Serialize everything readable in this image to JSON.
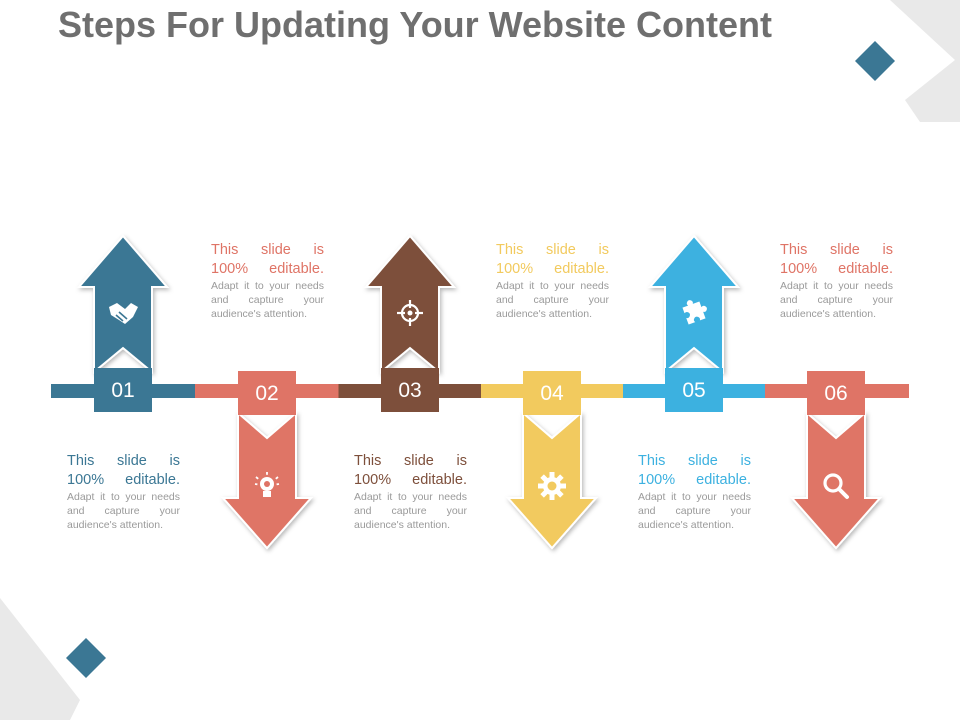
{
  "title": "Steps For Updating Your Website Content",
  "steps": [
    {
      "number": "01",
      "direction": "up",
      "color": "#3b7794",
      "icon": "handshake-icon",
      "headline": "This slide is 100% editable.",
      "body": "Adapt it to your needs and capture your audience's attention."
    },
    {
      "number": "02",
      "direction": "down",
      "color": "#df7466",
      "icon": "lightbulb-icon",
      "headline": "This slide is 100% editable.",
      "body": "Adapt it to your needs and capture your audience's attention."
    },
    {
      "number": "03",
      "direction": "up",
      "color": "#7d4f3b",
      "icon": "target-icon",
      "headline": "This slide is 100% editable.",
      "body": "Adapt it to your needs and capture your audience's attention."
    },
    {
      "number": "04",
      "direction": "down",
      "color": "#f2ca5e",
      "icon": "gear-icon",
      "headline": "This slide is 100% editable.",
      "body": "Adapt it to your needs and capture your audience's attention."
    },
    {
      "number": "05",
      "direction": "up",
      "color": "#3cb1e0",
      "icon": "puzzle-icon",
      "headline": "This slide is 100% editable.",
      "body": "Adapt it to your needs and capture your audience's attention."
    },
    {
      "number": "06",
      "direction": "down",
      "color": "#df7466",
      "icon": "search-icon",
      "headline": "This slide is 100% editable.",
      "body": "Adapt it to your needs and capture your audience's attention."
    }
  ],
  "colors": {
    "title": "#6f6f6f",
    "accent": "#3b7794",
    "deco_gray": "#e9e9e9",
    "body_text": "#9a9a9a"
  }
}
